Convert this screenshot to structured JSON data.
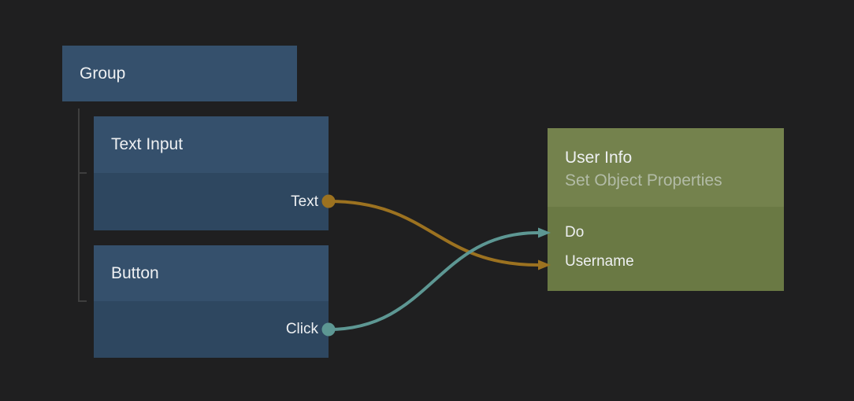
{
  "editor": {
    "background": "#1f1f20"
  },
  "colors": {
    "blue_header": "#35506c",
    "blue_body": "#2e4760",
    "olive_header": "#74824d",
    "olive_body": "#6a7944",
    "wire_orange": "#9c7220",
    "wire_teal": "#5d9793",
    "tree_line": "#3e3e3e",
    "title_text": "#eef0f2",
    "subtitle_text": "#b2bba6"
  },
  "nodes": [
    {
      "title": "Group"
    },
    {
      "title": "Text Input",
      "outputs": [
        {
          "label": "Text"
        }
      ]
    },
    {
      "title": "Button",
      "outputs": [
        {
          "label": "Click"
        }
      ]
    },
    {
      "title": "User Info",
      "subtitle": "Set Object Properties",
      "inputs": [
        {
          "label": "Do"
        },
        {
          "label": "Username"
        }
      ]
    }
  ],
  "connections": [
    {
      "from": "Text Input / Text",
      "to": "User Info / Username",
      "color": "#9c7220"
    },
    {
      "from": "Button / Click",
      "to": "User Info / Do",
      "color": "#5d9793"
    }
  ]
}
